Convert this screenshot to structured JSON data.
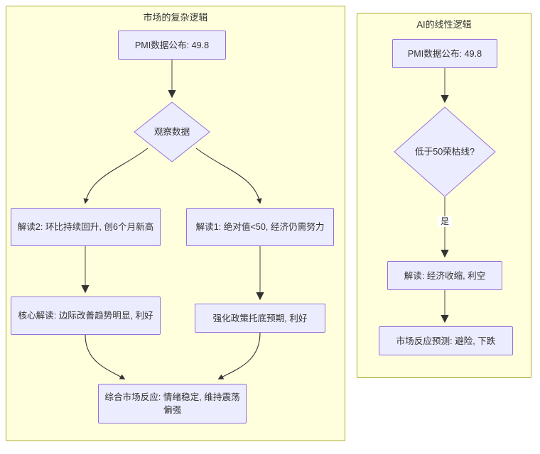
{
  "diagram": {
    "type": "flowchart",
    "orientation": "top-down",
    "colors": {
      "subgraph_fill": "#ffffde",
      "subgraph_stroke": "#aaaa33",
      "node_fill": "#ececff",
      "node_stroke": "#9370db",
      "edge_stroke": "#333333",
      "text": "#333333",
      "canvas": "#ffffff"
    }
  },
  "subgraphs": [
    {
      "id": "market",
      "title": "市场的复杂逻辑",
      "nodes": [
        {
          "id": "m_start",
          "shape": "rect",
          "label": "PMI数据公布: 49.8"
        },
        {
          "id": "m_observe",
          "shape": "diamond",
          "label": "观察数据"
        },
        {
          "id": "m_read2",
          "shape": "rect",
          "label": "解读2: 环比持续回升, 创6个月新高"
        },
        {
          "id": "m_read1",
          "shape": "rect",
          "label": "解读1: 绝对值<50, 经济仍需努力"
        },
        {
          "id": "m_core",
          "shape": "rect",
          "label": "核心解读: 边际改善趋势明显, 利好"
        },
        {
          "id": "m_policy",
          "shape": "rect",
          "label": "强化政策托底预期, 利好"
        },
        {
          "id": "m_result",
          "shape": "rect",
          "label": "综合市场反应: 情绪稳定, 维持震荡偏强"
        }
      ],
      "edges": [
        {
          "from": "m_start",
          "to": "m_observe",
          "label": ""
        },
        {
          "from": "m_observe",
          "to": "m_read2",
          "label": ""
        },
        {
          "from": "m_observe",
          "to": "m_read1",
          "label": ""
        },
        {
          "from": "m_read2",
          "to": "m_core",
          "label": ""
        },
        {
          "from": "m_read1",
          "to": "m_policy",
          "label": ""
        },
        {
          "from": "m_core",
          "to": "m_result",
          "label": ""
        },
        {
          "from": "m_policy",
          "to": "m_result",
          "label": ""
        }
      ]
    },
    {
      "id": "ai",
      "title": "AI的线性逻辑",
      "nodes": [
        {
          "id": "a_start",
          "shape": "rect",
          "label": "PMI数据公布: 49.8"
        },
        {
          "id": "a_check",
          "shape": "diamond",
          "label": "低于50荣枯线?"
        },
        {
          "id": "a_read",
          "shape": "rect",
          "label": "解读: 经济收缩, 利空"
        },
        {
          "id": "a_result",
          "shape": "rect",
          "label": "市场反应预测: 避险, 下跌"
        }
      ],
      "edges": [
        {
          "from": "a_start",
          "to": "a_check",
          "label": ""
        },
        {
          "from": "a_check",
          "to": "a_read",
          "label": "是"
        },
        {
          "from": "a_read",
          "to": "a_result",
          "label": ""
        }
      ]
    }
  ]
}
